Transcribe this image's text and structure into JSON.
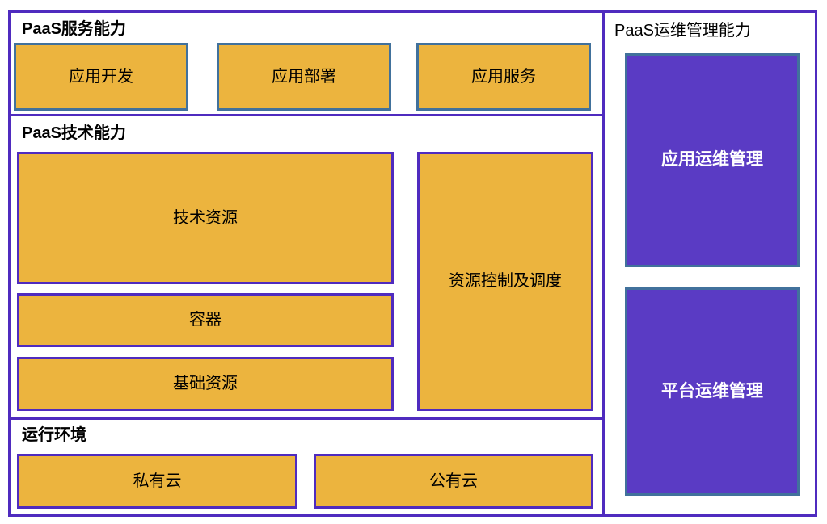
{
  "colors": {
    "orange_fill": "#ecb43e",
    "purple_fill": "#5a3bc4",
    "purple_line": "#4f2bbf",
    "steel_border": "#41719c",
    "text_dark": "#000000",
    "text_light": "#ffffff",
    "background": "#ffffff"
  },
  "sections": {
    "service": {
      "title": "PaaS服务能力",
      "boxes": [
        "应用开发",
        "应用部署",
        "应用服务"
      ]
    },
    "tech": {
      "title": "PaaS技术能力",
      "left_boxes": [
        "技术资源",
        "容器",
        "基础资源"
      ],
      "right_box": "资源控制及调度"
    },
    "runtime": {
      "title": "运行环境",
      "boxes": [
        "私有云",
        "公有云"
      ]
    },
    "ops": {
      "title": "PaaS运维管理能力",
      "boxes": [
        "应用运维管理",
        "平台运维管理"
      ]
    }
  }
}
